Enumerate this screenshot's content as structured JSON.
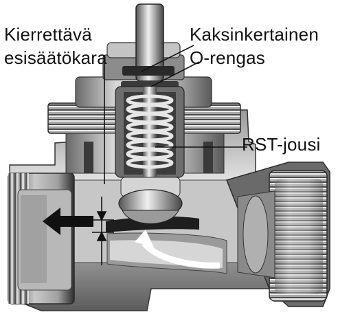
{
  "labels": {
    "preset_spindle_line1": "Kierrettävä",
    "preset_spindle_line2": "esisäätökara",
    "double_oring_line1": "Kaksinkertainen",
    "double_oring_line2": "O-rengas",
    "rst_spring": "RST-jousi"
  },
  "icons": [
    "flow-arrow-icon",
    "dimension-arrow-icon"
  ],
  "colors": {
    "background": "#ffffff",
    "metal_dark": "#4a4a4a",
    "metal_mid": "#8c8c8c",
    "metal_light": "#d0d0d0",
    "arrow": "#111111"
  }
}
